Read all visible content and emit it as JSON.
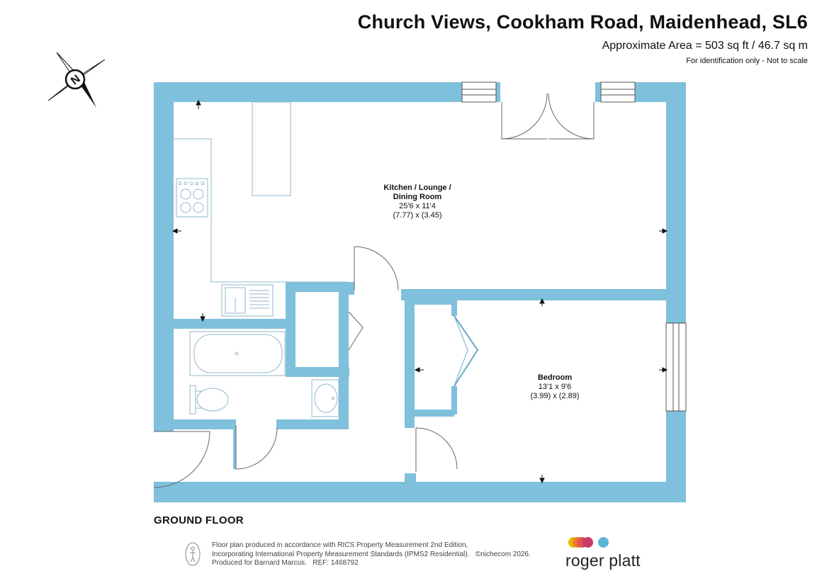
{
  "header": {
    "title": "Church Views, Cookham Road, Maidenhead, SL6",
    "area": "Approximate Area = 503 sq ft / 46.7 sq m",
    "disclaimer": "For identification only - Not to scale"
  },
  "compass": {
    "label": "N",
    "icon": "north-arrow-compass-icon"
  },
  "rooms": {
    "kitchen": {
      "name_line1": "Kitchen / Lounge /",
      "name_line2": "Dining Room",
      "dims_imperial": "25'6 x 11'4",
      "dims_metric": "(7.77) x (3.45)"
    },
    "bedroom": {
      "name": "Bedroom",
      "dims_imperial": "13'1 x 9'6",
      "dims_metric": "(3.99) x (2.89)"
    }
  },
  "floor_label": "GROUND FLOOR",
  "footer": {
    "line1": "Floor plan produced in accordance with RICS Property Measurement 2nd Edition,",
    "line2": "Incorporating International Property Measurement Standards (IPMS2 Residential).",
    "copyright": "©nichecom 2026.",
    "line3": "Produced for Barnard Marcus.",
    "ref": "REF:  1468792"
  },
  "brand": {
    "name": "roger platt",
    "dot_colors": [
      "#e6b800",
      "#f07a2a",
      "#e0534f",
      "#c73a6a",
      "#5bb6d6"
    ]
  },
  "colors": {
    "wall": "#7fc0dc",
    "fixture_line": "#8fb8cc",
    "arrow": "#111111"
  }
}
